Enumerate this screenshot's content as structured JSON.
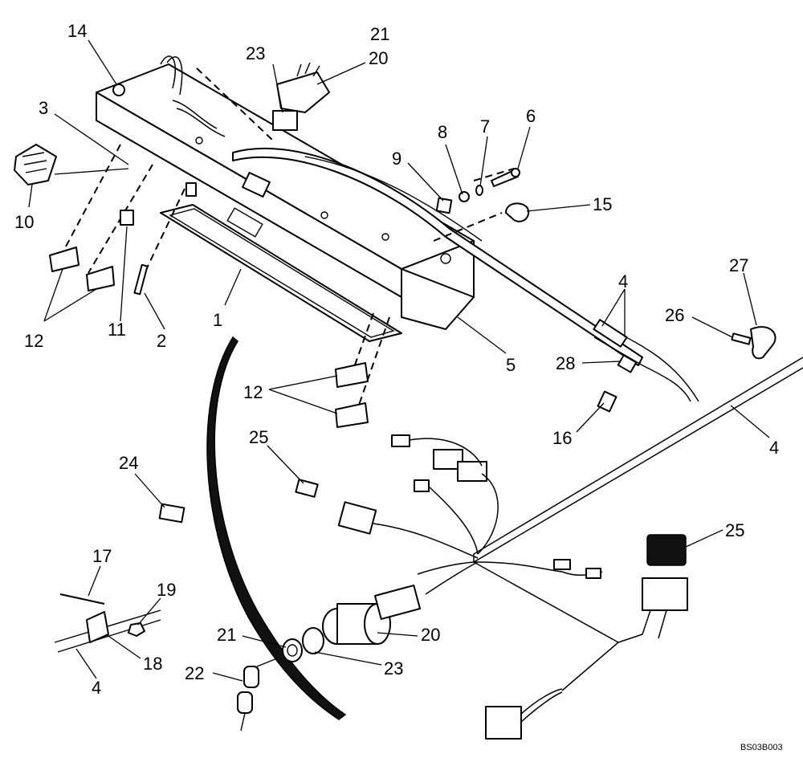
{
  "diagram": {
    "reference_code": "BS03B003",
    "callouts": [
      {
        "id": "c14",
        "label": "14"
      },
      {
        "id": "c21a",
        "label": "21"
      },
      {
        "id": "c23a",
        "label": "23"
      },
      {
        "id": "c20a",
        "label": "20"
      },
      {
        "id": "c3",
        "label": "3"
      },
      {
        "id": "c6",
        "label": "6"
      },
      {
        "id": "c8",
        "label": "8"
      },
      {
        "id": "c7",
        "label": "7"
      },
      {
        "id": "c9",
        "label": "9"
      },
      {
        "id": "c15",
        "label": "15"
      },
      {
        "id": "c10",
        "label": "10"
      },
      {
        "id": "c27",
        "label": "27"
      },
      {
        "id": "c4a",
        "label": "4"
      },
      {
        "id": "c26",
        "label": "26"
      },
      {
        "id": "c12a",
        "label": "12"
      },
      {
        "id": "c11",
        "label": "11"
      },
      {
        "id": "c2",
        "label": "2"
      },
      {
        "id": "c1",
        "label": "1"
      },
      {
        "id": "c5",
        "label": "5"
      },
      {
        "id": "c28",
        "label": "28"
      },
      {
        "id": "c12b",
        "label": "12"
      },
      {
        "id": "c16",
        "label": "16"
      },
      {
        "id": "c25a",
        "label": "25"
      },
      {
        "id": "c4b",
        "label": "4"
      },
      {
        "id": "c24",
        "label": "24"
      },
      {
        "id": "c25b",
        "label": "25"
      },
      {
        "id": "c17",
        "label": "17"
      },
      {
        "id": "c19",
        "label": "19"
      },
      {
        "id": "c21b",
        "label": "21"
      },
      {
        "id": "c20b",
        "label": "20"
      },
      {
        "id": "c18",
        "label": "18"
      },
      {
        "id": "c4c",
        "label": "4"
      },
      {
        "id": "c22",
        "label": "22"
      },
      {
        "id": "c23b",
        "label": "23"
      }
    ]
  }
}
